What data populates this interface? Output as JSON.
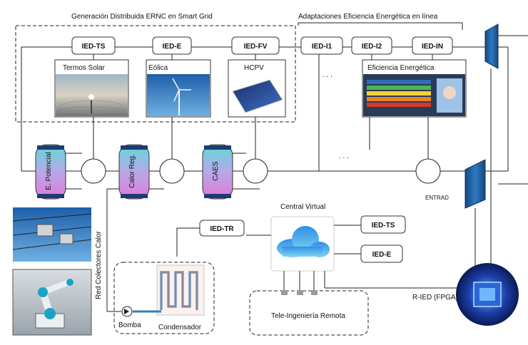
{
  "titles": {
    "generation": "Generación Distribuida ERNC en Smart Grid",
    "adaptation": "Adaptaciones Eficiencia Energética en línea"
  },
  "ieds_top": {
    "ts": "IED-TS",
    "e": "IED-E",
    "fv": "IED-FV",
    "i1": "IED-I1",
    "i2": "IED-I2",
    "in": "IED-IN"
  },
  "sources": {
    "thermo_solar": "Termos Solar",
    "wind": "Eólica",
    "hcpv": "HCPV",
    "efficiency": "Eficiencia Energética"
  },
  "storage": {
    "potential": "E. Potencial",
    "heat": "Calor Reg.",
    "caes": "CAES"
  },
  "center": {
    "virtual": "Central Virtual",
    "ied_tr": "IED-TR",
    "ied_ts": "IED-TS",
    "ied_e": "IED-E",
    "tele": "Tele-Ingeniería Remota"
  },
  "heat_loop": {
    "collectors": "Red Colectores Calor",
    "pump": "Bomba",
    "condenser": "Condensador"
  },
  "misc": {
    "entrada": "ENTRAD",
    "fpga": "R-IED (FPGA)",
    "dots_top": ". . .",
    "dots_mid": ". . ."
  },
  "colors": {
    "pill_gradient_top": "#5fd9d6",
    "pill_gradient_bottom": "#e07ad8",
    "transformer": "#1f5f9e",
    "cloud": "#3fa0e8",
    "chip": "#1c3fa8"
  }
}
